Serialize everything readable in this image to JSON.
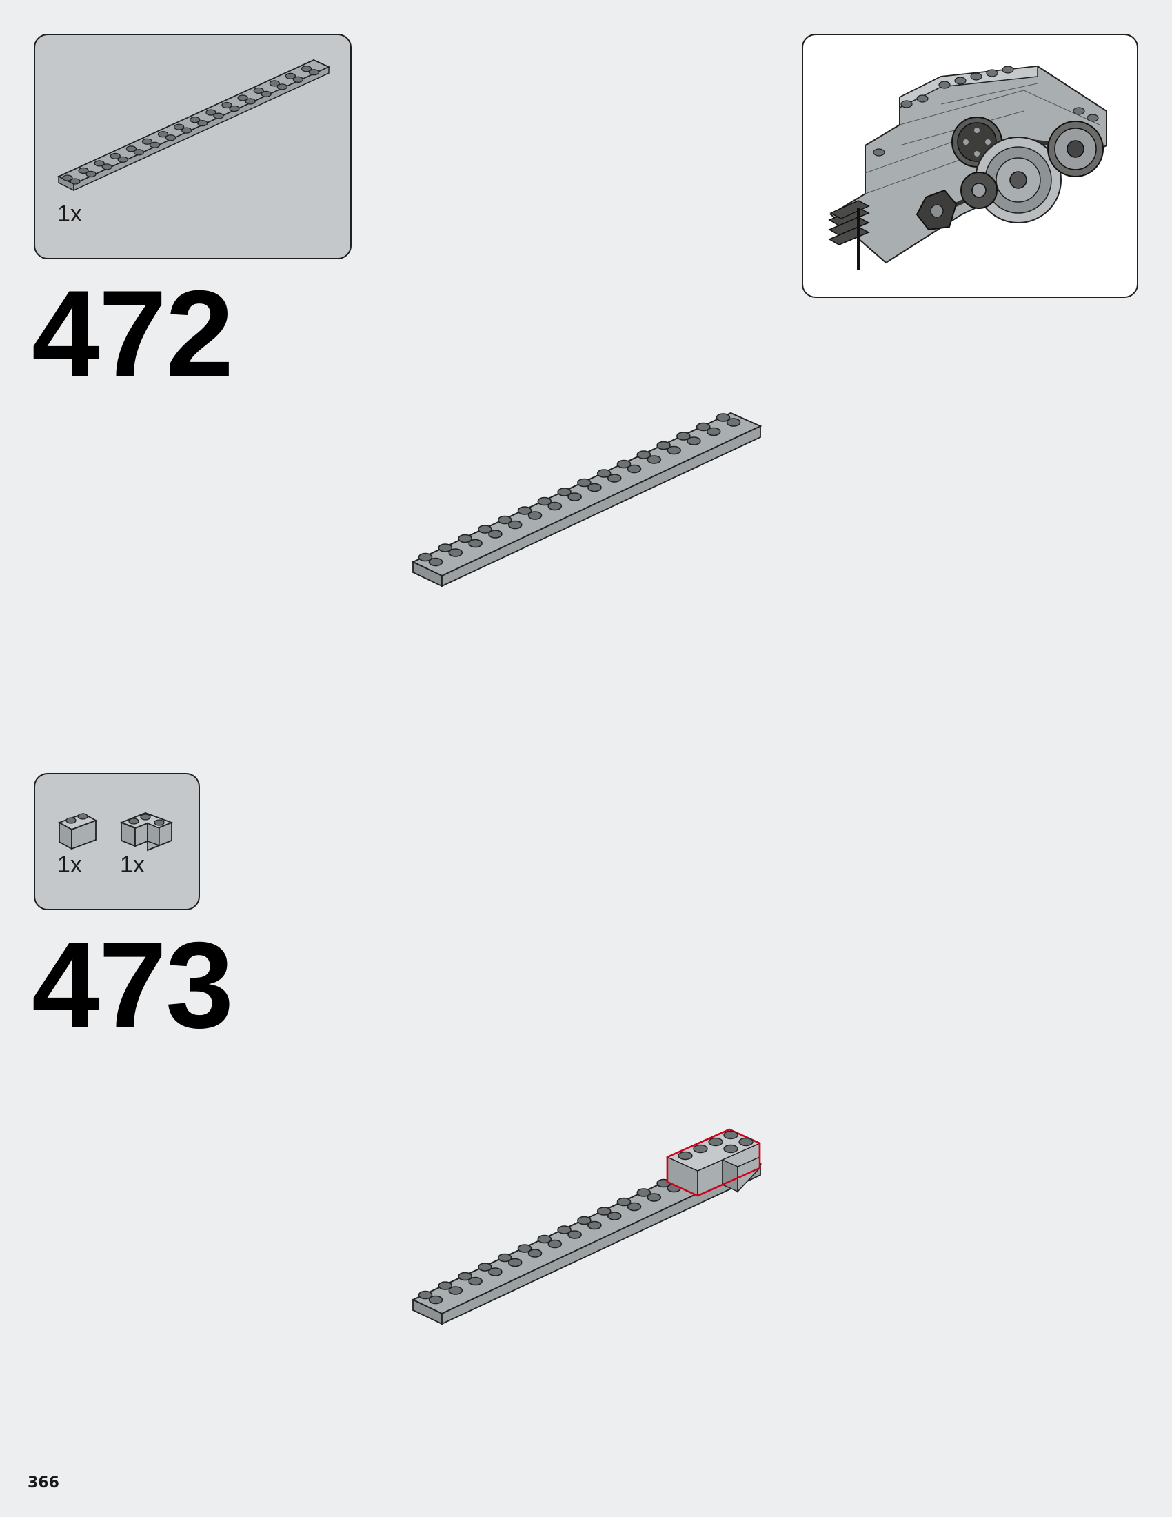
{
  "step_472": {
    "number": "472",
    "parts": [
      {
        "part": "plate-2x16-light-gray",
        "quantity": "1x"
      }
    ]
  },
  "step_473": {
    "number": "473",
    "parts": [
      {
        "part": "brick-1x2-light-gray",
        "quantity": "1x"
      },
      {
        "part": "brick-corner-2x2-light-gray",
        "quantity": "1x"
      }
    ]
  },
  "page": {
    "number": "366"
  },
  "colors": {
    "background": "#eceef0",
    "parts_box": "#c4c8cb",
    "brick_light_gray": "#a9aeb1",
    "brick_dark_gray": "#5b5b5b",
    "new_part_highlight": "#d0021b"
  }
}
